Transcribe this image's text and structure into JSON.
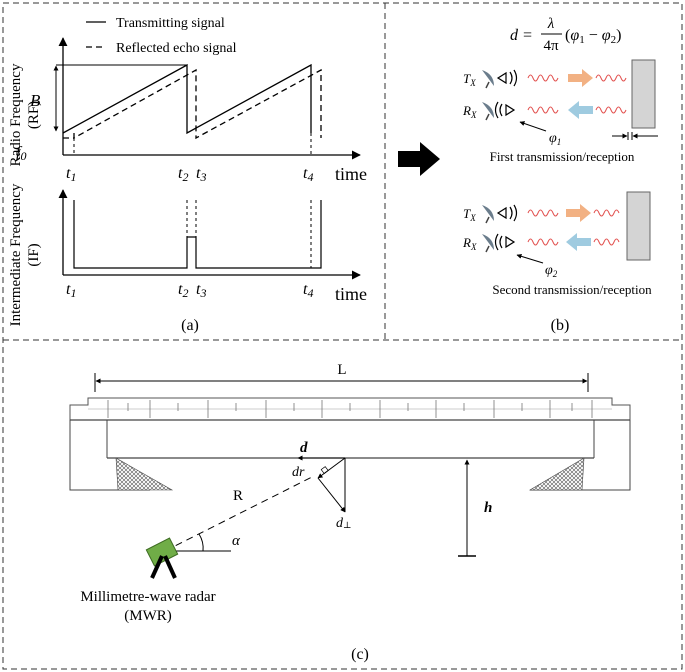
{
  "panel_a": {
    "legend": {
      "transmit": "Transmitting signal",
      "reflect": "Reflected echo signal"
    },
    "rf_axis_label": "Radio Frequency",
    "rf_axis_abbrev": "(RF)",
    "if_axis_label": "Intermediate Frequency",
    "if_axis_abbrev": "(IF)",
    "bandwidth_symbol": "B",
    "f0_main": "f",
    "f0_sub": "0",
    "time_label": "time",
    "t_main": "t",
    "ticks_rf": [
      "1",
      "2",
      "3",
      "4"
    ],
    "ticks_if": [
      "1",
      "2",
      "3",
      "4"
    ],
    "caption": "(a)"
  },
  "panel_b": {
    "formula": {
      "lhs": "d =",
      "num": "λ",
      "den": "4π",
      "paren_open": "(",
      "phi": "φ",
      "s1": "1",
      "minus": " − ",
      "s2": "2",
      "paren_close": ")"
    },
    "tx_main": "T",
    "tx_sub": "X",
    "rx_main": "R",
    "rx_sub": "X",
    "phi_main": "φ",
    "phi1_sub": "1",
    "phi2_sub": "2",
    "first_label": "First transmission/reception",
    "second_label": "Second transmission/reception",
    "caption": "(b)"
  },
  "panel_c": {
    "L": "L",
    "R": "R",
    "d": "d",
    "dr": "dr",
    "d_perp": "d",
    "d_perp_sub": "⊥",
    "h": "h",
    "alpha": "α",
    "radar_line1": "Millimetre-wave radar",
    "radar_line2": "(MWR)",
    "caption": "(c)"
  },
  "colors": {
    "wave": "#e2504e",
    "arrow_orange": "#f2b183",
    "arrow_blue": "#9fcbe0",
    "target_gray": "#d4d4d4",
    "radar_green": "#70ad47",
    "ink": "#000000"
  }
}
